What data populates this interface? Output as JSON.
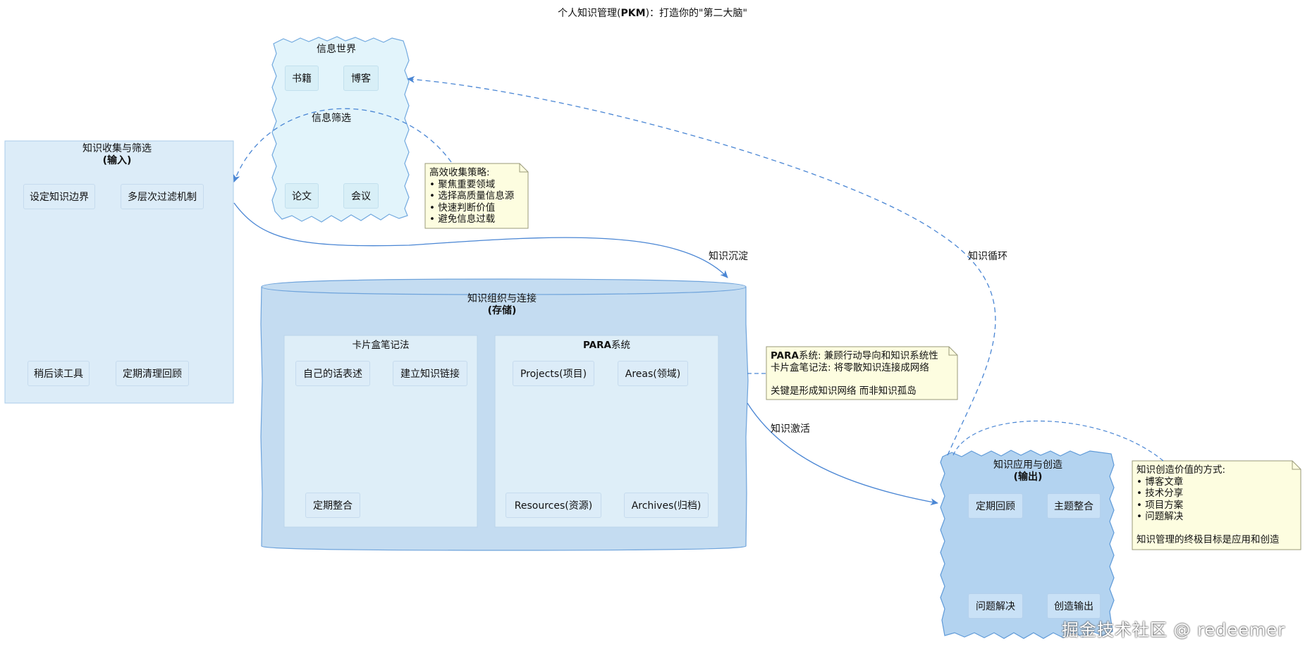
{
  "title": {
    "pre": "个人知识管理(",
    "bold": "PKM",
    "post": ")：打造你的\"第二大脑\""
  },
  "groups": {
    "info_world": {
      "label": "信息世界",
      "sub_label": "信息筛选",
      "items": [
        "书籍",
        "博客",
        "论文",
        "会议"
      ]
    },
    "collect": {
      "label": "知识收集与筛选",
      "sub_label": "(输入)",
      "items": [
        "设定知识边界",
        "多层次过滤机制",
        "稍后读工具",
        "定期清理回顾"
      ]
    },
    "organize": {
      "label": "知识组织与连接",
      "sub_label": "(存储)",
      "zettel": {
        "label": "卡片盒笔记法",
        "items": [
          "自己的话表述",
          "建立知识链接",
          "定期整合"
        ]
      },
      "para": {
        "label_bold": "PARA",
        "label_rest": "系统",
        "items": [
          "Projects(项目)",
          "Areas(领域)",
          "Resources(资源)",
          "Archives(归档)"
        ]
      }
    },
    "apply": {
      "label": "知识应用与创造",
      "sub_label": "(输出)",
      "items": [
        "定期回顾",
        "主题整合",
        "问题解决",
        "创造输出"
      ]
    }
  },
  "notes": {
    "collect_strategy": {
      "lines": [
        "高效收集策略:",
        "• 聚焦重要领域",
        "• 选择高质量信息源",
        "• 快速判断价值",
        "• 避免信息过载"
      ]
    },
    "para_note": {
      "line1_bold": "PARA",
      "line1_rest": "系统:  兼顾行动导向和知识系统性",
      "line2": "卡片盒笔记法:  将零散知识连接成网络",
      "line3": "关键是形成知识网络 而非知识孤岛"
    },
    "create_note": {
      "lines": [
        "知识创造价值的方式:",
        "• 博客文章",
        "• 技术分享",
        "• 项目方案",
        "• 问题解决",
        "",
        "知识管理的终极目标是应用和创造"
      ]
    }
  },
  "edges": {
    "sediment": "知识沉淀",
    "activate": "知识激活",
    "cycle": "知识循环"
  },
  "watermark": "掘金技术社区 @ redeemer",
  "colors": {
    "edge": "#4a86d4",
    "group_light": "#dcecf8",
    "group_cyan": "#e2f4fb",
    "group_mid": "#c4dcf1",
    "group_out": "#b3d3f0",
    "note": "#fdfde0"
  }
}
